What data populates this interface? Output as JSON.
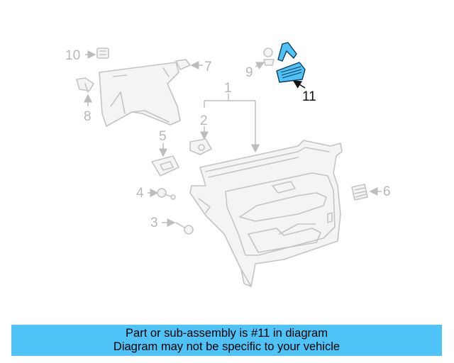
{
  "callouts": {
    "c1": "1",
    "c2": "2",
    "c3": "3",
    "c4": "4",
    "c5": "5",
    "c6": "6",
    "c7": "7",
    "c8": "8",
    "c9": "9",
    "c10": "10",
    "c11": "11"
  },
  "highlighted_part": "11",
  "colors": {
    "highlight": "#4fc3f7",
    "banner": "#4fc3f7",
    "inactive_part": "#c4c4c4"
  },
  "banner": {
    "line1": "Part or sub-assembly is #11 in diagram",
    "line2": "Diagram may not be specific to your vehicle"
  }
}
